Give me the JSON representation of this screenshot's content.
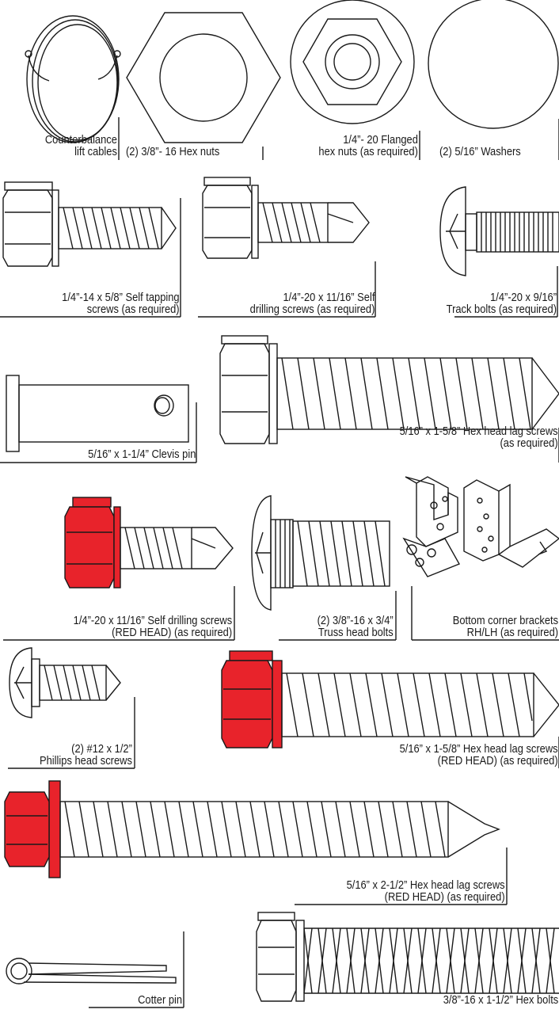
{
  "colors": {
    "red_head": "#e8232b",
    "line": "#1a1a1a",
    "fill": "#ffffff"
  },
  "parts": {
    "cables": {
      "l1": "Counterbalance",
      "l2": "lift cables"
    },
    "hex_nuts": {
      "l1": "(2) 3/8”- 16 Hex nuts"
    },
    "flanged_nuts": {
      "l1": "1/4”- 20 Flanged",
      "l2": "hex nuts (as required)"
    },
    "washers": {
      "l1": "(2) 5/16” Washers"
    },
    "self_tap": {
      "l1": "1/4”-14 x 5/8” Self tapping",
      "l2": "screws (as required)"
    },
    "self_drill": {
      "l1": "1/4”-20 x 11/16” Self",
      "l2": "drilling screws (as required)"
    },
    "track_bolts": {
      "l1": "1/4”-20 x 9/16”",
      "l2": "Track bolts (as required)"
    },
    "clevis": {
      "l1": "5/16” x 1-1/4” Clevis pin"
    },
    "lag_158": {
      "l1": "5/16” x 1-5/8” Hex head lag screws",
      "l2": "(as required)"
    },
    "red_drill": {
      "l1": "1/4”-20 x 11/16” Self drilling screws",
      "l2": "(RED HEAD) (as required)"
    },
    "truss": {
      "l1": "(2) 3/8”-16 x 3/4”",
      "l2": "Truss head bolts"
    },
    "brackets": {
      "l1": "Bottom corner brackets",
      "l2": "RH/LH (as required)"
    },
    "phillips": {
      "l1": "(2) #12 x 1/2”",
      "l2": "Phillips head screws"
    },
    "red_lag_158": {
      "l1": "5/16” x 1-5/8” Hex head lag screws",
      "l2": "(RED HEAD) (as required)"
    },
    "red_lag_212": {
      "l1": "5/16” x 2-1/2” Hex head lag screws",
      "l2": "(RED HEAD) (as required)"
    },
    "cotter": {
      "l1": "Cotter pin"
    },
    "hex_bolts": {
      "l1": "3/8”-16 x 1-1/2” Hex bolts"
    }
  }
}
